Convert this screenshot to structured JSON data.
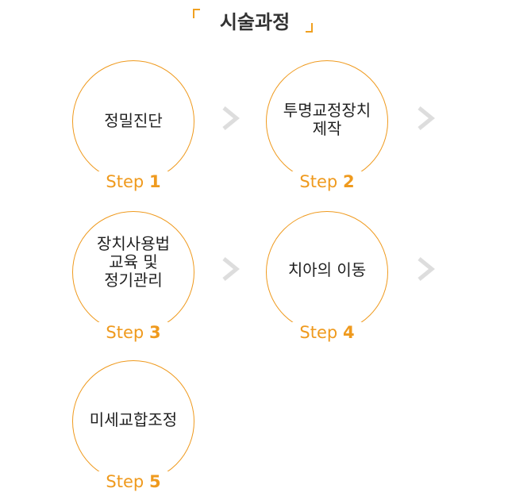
{
  "title": "시술과정",
  "step_prefix": "Step",
  "steps": [
    {
      "label": "정밀진단",
      "number": "1"
    },
    {
      "label": "투명교정장치\n제작",
      "number": "2"
    },
    {
      "label": "장치사용법\n교육 및\n정기관리",
      "number": "3"
    },
    {
      "label": "치아의 이동",
      "number": "4"
    },
    {
      "label": "미세교합조정",
      "number": "5"
    }
  ],
  "colors": {
    "accent": "#ef9a1e",
    "arrow": "#dddddd",
    "text": "#1f1f1f"
  },
  "icons": {
    "arrow": "chevron-right-icon",
    "title_brackets": "corner-bracket-icon"
  }
}
